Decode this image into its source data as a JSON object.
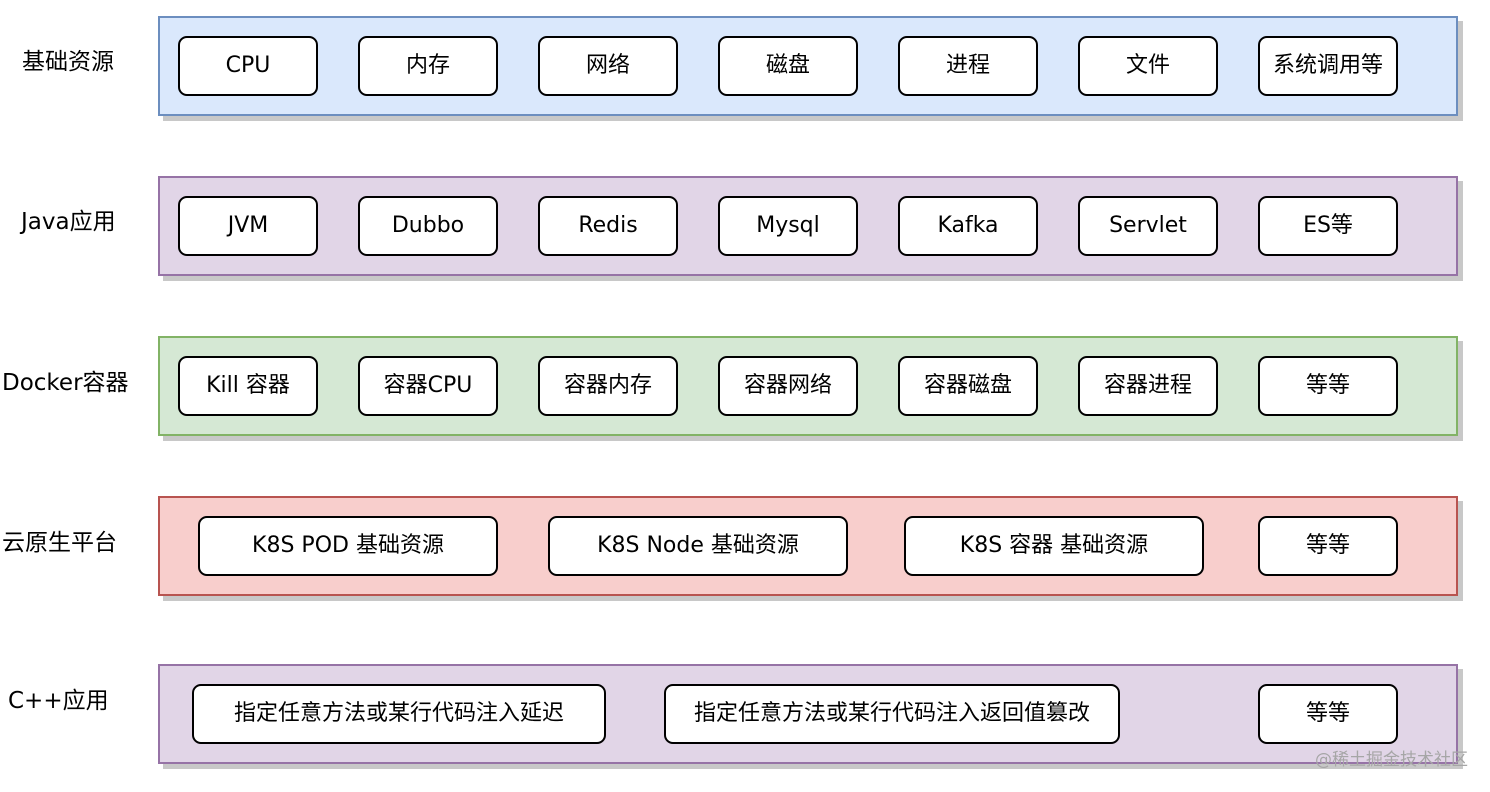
{
  "layers": [
    {
      "label": "基础资源",
      "fill": "#dae8fc",
      "stroke": "#6c8ebf",
      "items": [
        "CPU",
        "内存",
        "网络",
        "磁盘",
        "进程",
        "文件",
        "系统调用等"
      ]
    },
    {
      "label": "Java应用",
      "fill": "#e1d5e7",
      "stroke": "#9673a6",
      "items": [
        "JVM",
        "Dubbo",
        "Redis",
        "Mysql",
        "Kafka",
        "Servlet",
        "ES等"
      ]
    },
    {
      "label": "Docker容器",
      "fill": "#d5e8d4",
      "stroke": "#82b366",
      "items": [
        "Kill 容器",
        "容器CPU",
        "容器内存",
        "容器网络",
        "容器磁盘",
        "容器进程",
        "等等"
      ]
    },
    {
      "label": "云原生平台",
      "fill": "#f8cecc",
      "stroke": "#b85450",
      "items": [
        "K8S POD 基础资源",
        "K8S Node 基础资源",
        "K8S 容器 基础资源",
        "等等"
      ]
    },
    {
      "label": "C++应用",
      "fill": "#e1d5e7",
      "stroke": "#9673a6",
      "items": [
        "指定任意方法或某行代码注入延迟",
        "指定任意方法或某行代码注入返回值篡改",
        "等等"
      ]
    }
  ],
  "watermark": "@稀土掘金技术社区"
}
